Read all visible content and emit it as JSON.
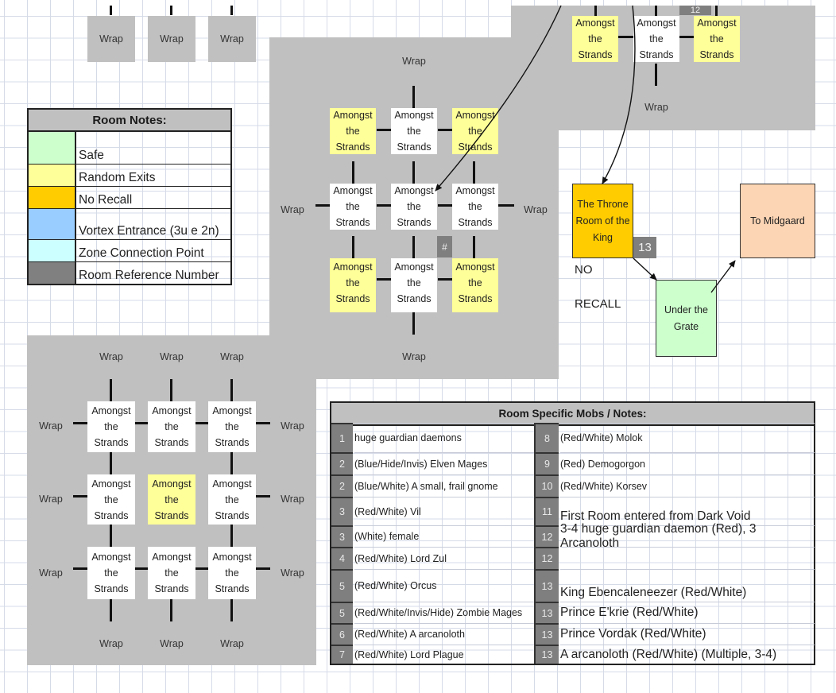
{
  "colors": {
    "zone_bg": "#c0c0c0",
    "safe": "#ccffcc",
    "random_exits": "#ffff99",
    "no_recall": "#ffcc00",
    "vortex_entrance": "#99ccff",
    "zone_connection": "#ccffff",
    "room_reference": "#808080",
    "midgaard": "#fcd5b4"
  },
  "wrap_label": "Wrap",
  "room_name": "Amongst\nthe\nStrands",
  "legend": {
    "title": "Room Notes:",
    "items": [
      {
        "label": "Safe",
        "color": "#ccffcc"
      },
      {
        "label": "Random Exits",
        "color": "#ffff99"
      },
      {
        "label": "No Recall",
        "color": "#ffcc00"
      },
      {
        "label": "Vortex Entrance (3u e 2n)",
        "color": "#99ccff"
      },
      {
        "label": "Zone Connection Point",
        "color": "#ccffff"
      },
      {
        "label": "Room Reference Number",
        "color": "#808080"
      }
    ]
  },
  "map": {
    "ref_hash": "#",
    "ref_12": "12",
    "throne_room": "The Throne Room of the King",
    "throne_ref": "13",
    "no_recall_line1": "NO",
    "no_recall_line2": "RECALL",
    "under_grate": "Under the Grate",
    "to_midgaard": "To Midgaard"
  },
  "mobs_table": {
    "title": "Room Specific Mobs / Notes:",
    "left": [
      {
        "num": "1",
        "text": "huge guardian daemons"
      },
      {
        "num": "2",
        "text": "(Blue/Hide/Invis) Elven Mages"
      },
      {
        "num": "2",
        "text": "(Blue/White) A small, frail gnome"
      },
      {
        "num": "3",
        "text": "(Red/White) Vil"
      },
      {
        "num": "3",
        "text": "(White) female"
      },
      {
        "num": "4",
        "text": "(Red/White) Lord Zul"
      },
      {
        "num": "5",
        "text": "(Red/White) Orcus"
      },
      {
        "num": "5",
        "text": "(Red/White/Invis/Hide) Zombie Mages"
      },
      {
        "num": "6",
        "text": "(Red/White) A arcanoloth"
      },
      {
        "num": "7",
        "text": "(Red/White) Lord Plague"
      }
    ],
    "right": [
      {
        "num": "8",
        "text": "(Red/White) Molok"
      },
      {
        "num": "9",
        "text": "(Red) Demogorgon"
      },
      {
        "num": "10",
        "text": "(Red/White) Korsev"
      },
      {
        "num": "11",
        "text": "First Room entered from Dark Void"
      },
      {
        "num": "12",
        "text": "3-4 huge guardian daemon (Red), 3 Arcanoloth"
      },
      {
        "num": "12",
        "text": ""
      },
      {
        "num": "13",
        "text": "King Ebencaleneezer (Red/White)"
      },
      {
        "num": "13",
        "text": "Prince E'krie (Red/White)"
      },
      {
        "num": "13",
        "text": "Prince Vordak (Red/White)"
      },
      {
        "num": "13",
        "text": "A arcanoloth (Red/White) (Multiple, 3-4)"
      }
    ]
  }
}
